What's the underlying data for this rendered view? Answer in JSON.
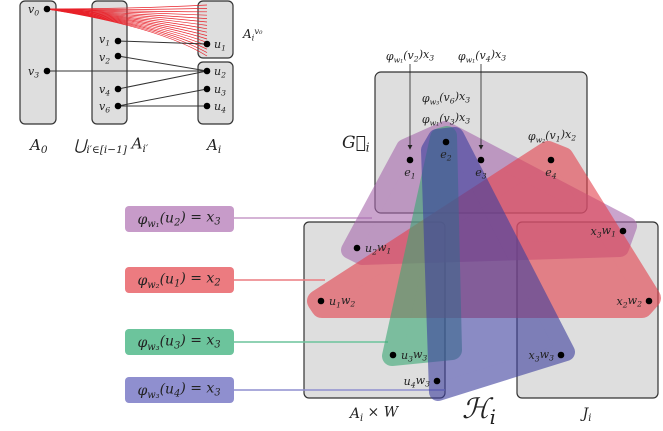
{
  "left_graph": {
    "groups": {
      "A0": [
        [
          "A",
          ""
        ],
        [
          "0",
          "sub"
        ]
      ],
      "union": [
        [
          "⋃",
          ""
        ],
        [
          "i′∈[i−1]",
          "sub"
        ],
        [
          " A",
          ""
        ],
        [
          "i′",
          "sub"
        ]
      ],
      "Ai": [
        [
          "A",
          ""
        ],
        [
          "i",
          "sub"
        ]
      ],
      "Ai_v0": [
        [
          "A",
          ""
        ],
        [
          "i",
          "sub"
        ],
        [
          "v₀",
          "sup"
        ]
      ]
    },
    "vertices": {
      "v0": [
        [
          "v",
          ""
        ],
        [
          "0",
          "sub"
        ]
      ],
      "v1": [
        [
          "v",
          ""
        ],
        [
          "1",
          "sub"
        ]
      ],
      "v2": [
        [
          "v",
          ""
        ],
        [
          "2",
          "sub"
        ]
      ],
      "v3": [
        [
          "v",
          ""
        ],
        [
          "3",
          "sub"
        ]
      ],
      "v4": [
        [
          "v",
          ""
        ],
        [
          "4",
          "sub"
        ]
      ],
      "v6": [
        [
          "v",
          ""
        ],
        [
          "6",
          "sub"
        ]
      ],
      "u1": [
        [
          "u",
          ""
        ],
        [
          "1",
          "sub"
        ]
      ],
      "u2": [
        [
          "u",
          ""
        ],
        [
          "2",
          "sub"
        ]
      ],
      "u3": [
        [
          "u",
          ""
        ],
        [
          "3",
          "sub"
        ]
      ],
      "u4": [
        [
          "u",
          ""
        ],
        [
          "4",
          "sub"
        ]
      ]
    },
    "highlight_color": "#e8222a"
  },
  "G_i": {
    "label": [
      [
        "G⃗",
        ""
      ],
      [
        "i",
        "sub"
      ]
    ],
    "vertices": {
      "e1": [
        [
          "e",
          ""
        ],
        [
          "1",
          "sub"
        ]
      ],
      "e2": [
        [
          "e",
          ""
        ],
        [
          "2",
          "sub"
        ]
      ],
      "e3": [
        [
          "e",
          ""
        ],
        [
          "3",
          "sub"
        ]
      ],
      "e4": [
        [
          "e",
          ""
        ],
        [
          "4",
          "sub"
        ]
      ]
    },
    "annotations": {
      "e1": [
        [
          "φ",
          ""
        ],
        [
          "w₁",
          "sub"
        ],
        [
          "(v",
          ""
        ],
        [
          "2",
          "sub"
        ],
        [
          ")x",
          ""
        ],
        [
          "3",
          "sub"
        ]
      ],
      "e3": [
        [
          "φ",
          ""
        ],
        [
          "w₁",
          "sub"
        ],
        [
          "(v",
          ""
        ],
        [
          "4",
          "sub"
        ],
        [
          ")x",
          ""
        ],
        [
          "3",
          "sub"
        ]
      ],
      "e2a": [
        [
          "φ",
          ""
        ],
        [
          "w₃",
          "sub"
        ],
        [
          "(v",
          ""
        ],
        [
          "6",
          "sub"
        ],
        [
          ")x",
          ""
        ],
        [
          "3",
          "sub"
        ]
      ],
      "e2b": [
        [
          "φ",
          ""
        ],
        [
          "w₁",
          "sub"
        ],
        [
          "(v",
          ""
        ],
        [
          "3",
          "sub"
        ],
        [
          ")x",
          ""
        ],
        [
          "3",
          "sub"
        ]
      ],
      "e4": [
        [
          "φ",
          ""
        ],
        [
          "w₂",
          "sub"
        ],
        [
          "(v",
          ""
        ],
        [
          "1",
          "sub"
        ],
        [
          ")x",
          ""
        ],
        [
          "2",
          "sub"
        ]
      ]
    }
  },
  "H_i": {
    "label": [
      [
        "ℋ",
        ""
      ],
      [
        "i",
        "sub"
      ]
    ],
    "AxW_label": [
      [
        "A",
        ""
      ],
      [
        "i",
        "sub"
      ],
      [
        " × W",
        ""
      ]
    ],
    "J_label": [
      [
        "J",
        ""
      ],
      [
        "i",
        "sub"
      ]
    ],
    "vertices": {
      "u2w1": [
        [
          "u",
          ""
        ],
        [
          "2",
          "sub"
        ],
        [
          "w",
          ""
        ],
        [
          "1",
          "sub"
        ]
      ],
      "u1w2": [
        [
          "u",
          ""
        ],
        [
          "1",
          "sub"
        ],
        [
          "w",
          ""
        ],
        [
          "2",
          "sub"
        ]
      ],
      "u3w3": [
        [
          "u",
          ""
        ],
        [
          "3",
          "sub"
        ],
        [
          "w",
          ""
        ],
        [
          "3",
          "sub"
        ]
      ],
      "u4w3": [
        [
          "u",
          ""
        ],
        [
          "4",
          "sub"
        ],
        [
          "w",
          ""
        ],
        [
          "3",
          "sub"
        ]
      ],
      "x3w1": [
        [
          "x",
          ""
        ],
        [
          "3",
          "sub"
        ],
        [
          "w",
          ""
        ],
        [
          "1",
          "sub"
        ]
      ],
      "x2w2": [
        [
          "x",
          ""
        ],
        [
          "2",
          "sub"
        ],
        [
          "w",
          ""
        ],
        [
          "2",
          "sub"
        ]
      ],
      "x3w3": [
        [
          "x",
          ""
        ],
        [
          "3",
          "sub"
        ],
        [
          "w",
          ""
        ],
        [
          "3",
          "sub"
        ]
      ]
    }
  },
  "assignments": [
    {
      "label": [
        [
          "φ",
          ""
        ],
        [
          "w₁",
          "sub"
        ],
        [
          "(u",
          ""
        ],
        [
          "2",
          "sub"
        ],
        [
          ") = x",
          ""
        ],
        [
          "3",
          "sub"
        ]
      ],
      "color": "#c79bc9"
    },
    {
      "label": [
        [
          "φ",
          ""
        ],
        [
          "w₂",
          "sub"
        ],
        [
          "(u",
          ""
        ],
        [
          "1",
          "sub"
        ],
        [
          ") = x",
          ""
        ],
        [
          "2",
          "sub"
        ]
      ],
      "color": "#ec7b80"
    },
    {
      "label": [
        [
          "φ",
          ""
        ],
        [
          "w₃",
          "sub"
        ],
        [
          "(u",
          ""
        ],
        [
          "3",
          "sub"
        ],
        [
          ") = x",
          ""
        ],
        [
          "3",
          "sub"
        ]
      ],
      "color": "#6cc49c"
    },
    {
      "label": [
        [
          "φ",
          ""
        ],
        [
          "w₃",
          "sub"
        ],
        [
          "(u",
          ""
        ],
        [
          "4",
          "sub"
        ],
        [
          ") = x",
          ""
        ],
        [
          "3",
          "sub"
        ]
      ],
      "color": "#8f8fcf"
    }
  ],
  "hyperedge_colors": {
    "w1": "#a768ad",
    "w2": "#e4414d",
    "w3_green": "#3ba874",
    "w3_blue": "#3d3f9e"
  }
}
